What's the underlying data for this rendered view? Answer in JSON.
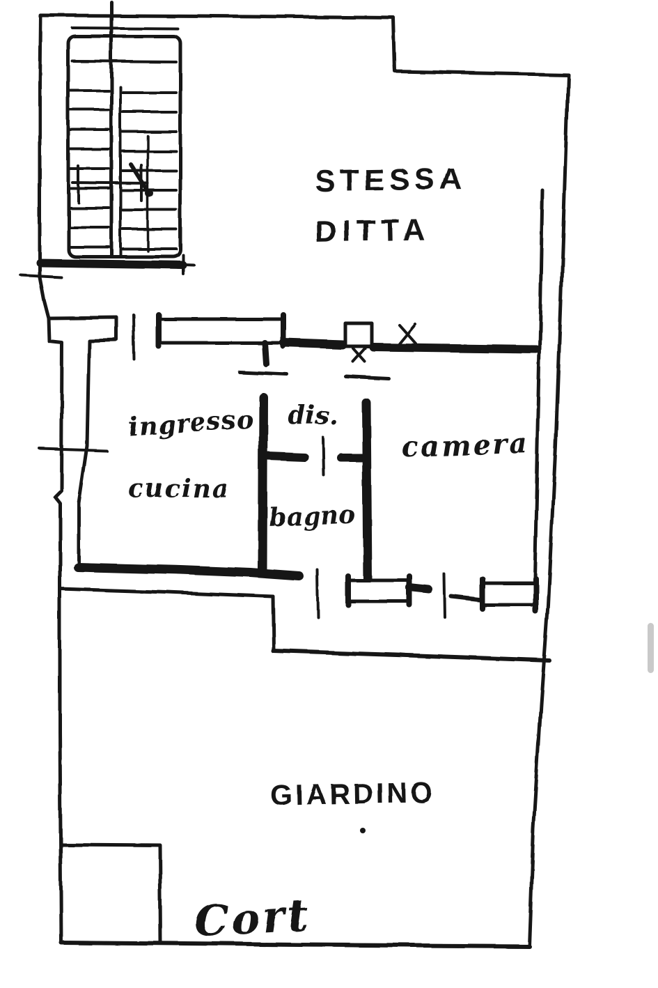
{
  "app": {
    "background_color": "#ffffff",
    "scrollbar_color": "#c9c9c9"
  },
  "floor_plan": {
    "ink_color": "#151515",
    "title_room": {
      "line1": "STESSA",
      "line2": "DITTA"
    },
    "rooms": {
      "ingresso": "ingresso",
      "dis": "dis.",
      "camera": "camera",
      "cucina": "cucina",
      "bagno": "bagno",
      "giardino": "GIARDINO",
      "cort": "Cort"
    }
  }
}
